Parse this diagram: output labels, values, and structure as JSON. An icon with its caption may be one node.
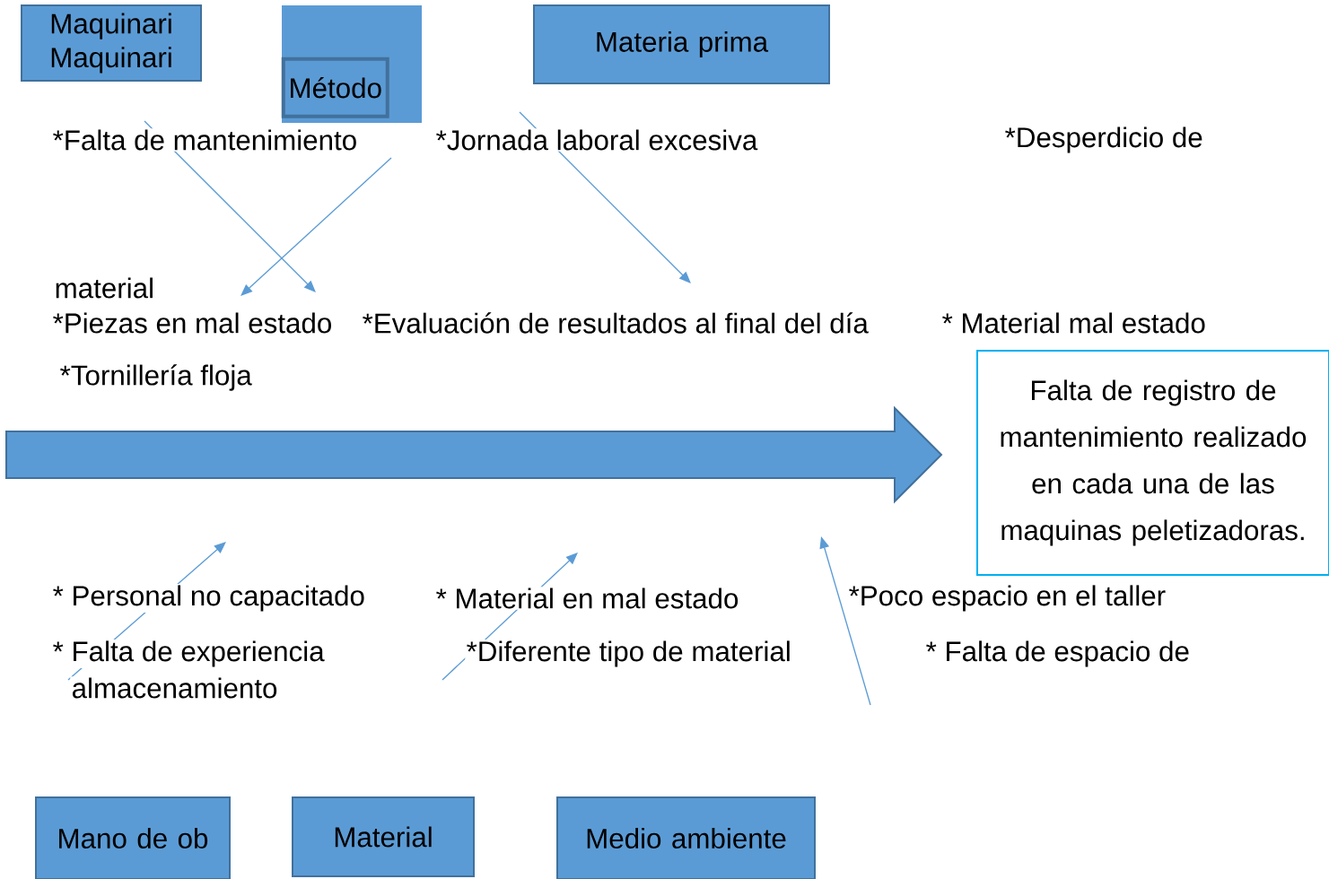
{
  "diagram": {
    "nodes": [
      {
        "text": [
          "Maquinari Maquinari"
        ]
      },
      {
        "text": [],
        "shape": "box"
      },
      {
        "text": [
          "Método"
        ],
        "in": 1
      },
      {
        "text": [
          "Materia prima"
        ]
      },
      {
        "text": [
          "Falta de registro de mantenimiento realizado en cada una de las maquinas peletizadoras."
        ]
      },
      {
        "text": [
          "Mano de ob"
        ]
      },
      {
        "text": [
          "Material"
        ]
      },
      {
        "text": [
          "Medio ambiente"
        ]
      }
    ],
    "labels": [
      "*Falta de mantenimiento",
      "*Jornada laboral excesiva",
      "*Desperdicio de",
      "material",
      "*Piezas en mal estado",
      "*Evaluación de resultados al final del día",
      "* Material mal estado",
      "*Tornillería floja",
      "* Personal no capacitado",
      "* Material en mal estado",
      "*Poco espacio en el taller",
      "* Falta de experiencia",
      "*Diferente tipo de material",
      "* Falta de espacio de",
      "almacenamiento"
    ]
  }
}
